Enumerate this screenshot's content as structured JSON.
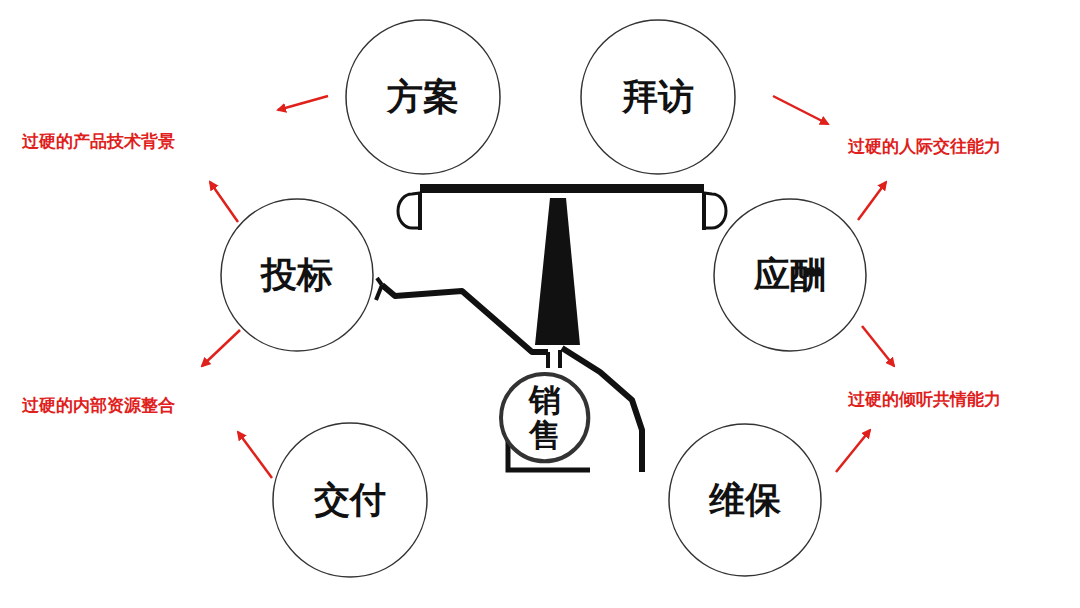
{
  "diagram": {
    "nodes": [
      {
        "text": [
          "方案"
        ]
      },
      {
        "text": [
          "拜访"
        ]
      },
      {
        "text": [
          "投标"
        ]
      },
      {
        "text": [
          "应酬"
        ]
      },
      {
        "text": [
          "销售"
        ]
      },
      {
        "text": [
          "交付"
        ]
      },
      {
        "text": [
          "维保"
        ]
      }
    ],
    "labels": [
      "过硬的产品技术背景",
      "过硬的人际交往能力",
      "过硬的内部资源整合",
      "过硬的倾听共情能力"
    ]
  }
}
